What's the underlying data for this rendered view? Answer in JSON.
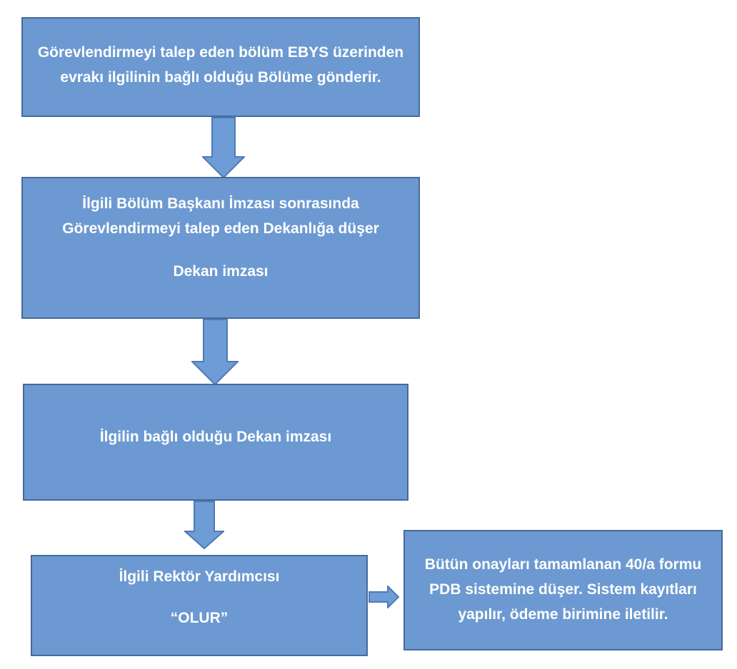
{
  "colors": {
    "box_fill": "#6C99D1",
    "box_border": "#47699B",
    "arrow_fill": "#6D9CD6",
    "arrow_border": "#4E7AB2",
    "text": "#FFFFFF",
    "background": "#FFFFFF"
  },
  "flowchart": {
    "title": "",
    "steps": [
      {
        "name": "step-1",
        "lines": [
          "Görevlendirmeyi talep eden bölüm EBYS üzerinden evrakı ilgilinin bağlı olduğu Bölüme gönderir."
        ]
      },
      {
        "name": "step-2",
        "lines": [
          "İlgili Bölüm Başkanı İmzası sonrasında Görevlendirmeyi talep eden Dekanlığa düşer",
          "Dekan imzası"
        ]
      },
      {
        "name": "step-3",
        "lines": [
          "İlgilin bağlı olduğu Dekan imzası"
        ]
      },
      {
        "name": "step-4",
        "lines": [
          "İlgili Rektör Yardımcısı",
          "“OLUR”"
        ]
      },
      {
        "name": "step-5",
        "lines": [
          "Bütün onayları tamamlanan 40/a formu PDB sistemine düşer. Sistem kayıtları yapılır, ödeme birimine iletilir."
        ]
      }
    ],
    "connectors": [
      {
        "from": "step-1",
        "to": "step-2",
        "direction": "down"
      },
      {
        "from": "step-2",
        "to": "step-3",
        "direction": "down"
      },
      {
        "from": "step-3",
        "to": "step-4",
        "direction": "down"
      },
      {
        "from": "step-4",
        "to": "step-5",
        "direction": "right"
      }
    ]
  }
}
